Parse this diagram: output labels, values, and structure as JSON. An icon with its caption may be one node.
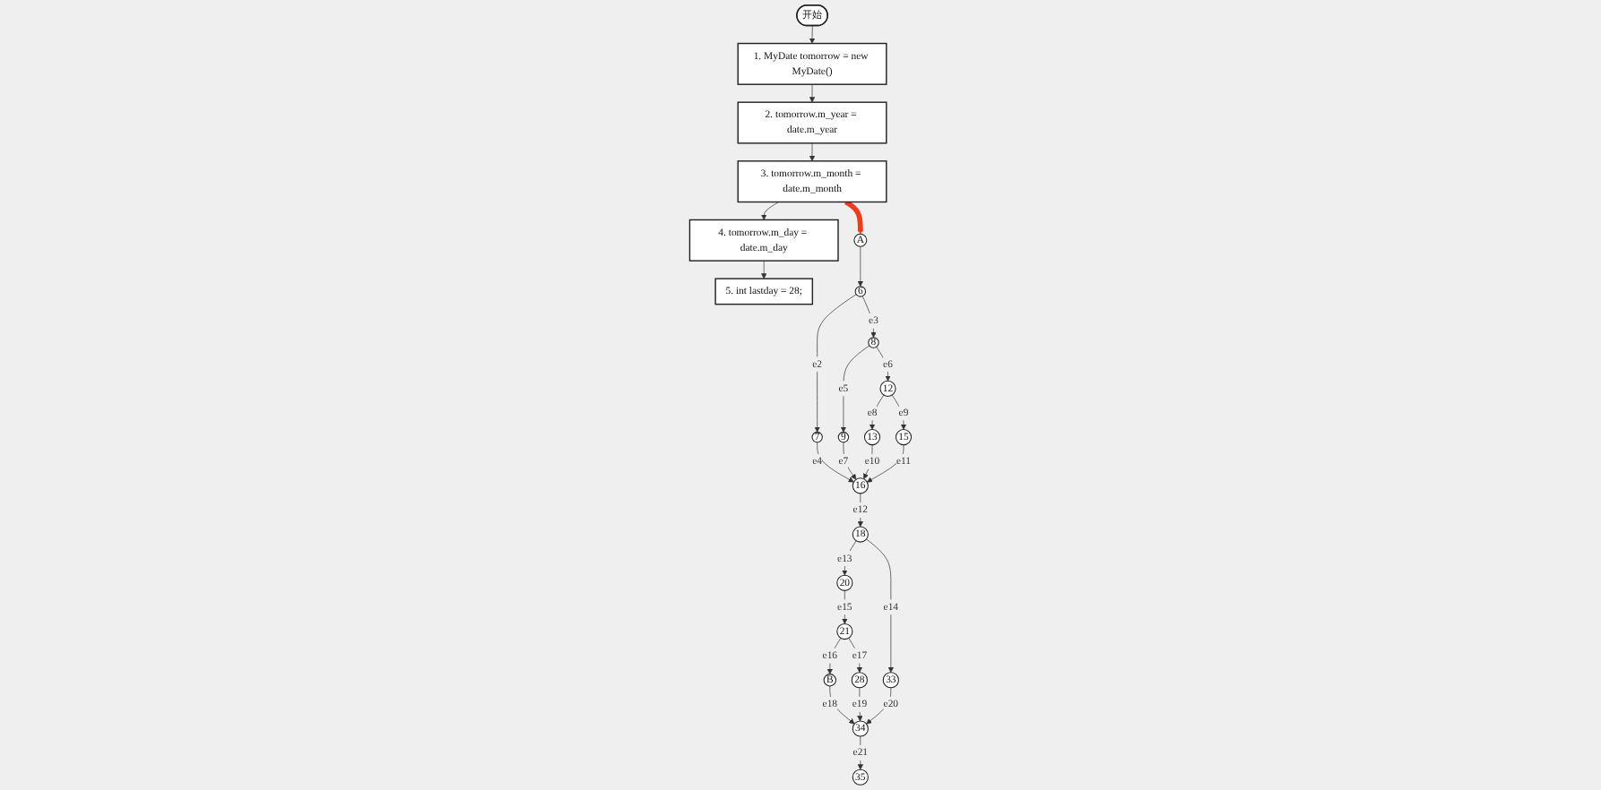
{
  "diagram": {
    "nodes": [
      {
        "text": [
          "开始"
        ]
      },
      {
        "text": [
          "1. MyDate tomorrow = new MyDate()"
        ]
      },
      {
        "text": [
          "2. tomorrow.m_year = date.m_year"
        ]
      },
      {
        "text": [
          "3. tomorrow.m_month = date.m_month"
        ]
      },
      {
        "text": [
          "4. tomorrow.m_day = date.m_day"
        ]
      },
      {
        "text": [
          "5. int lastday = 28;"
        ]
      },
      {
        "text": [
          "A"
        ]
      },
      {
        "text": [
          "6"
        ]
      },
      {
        "text": [
          "7"
        ]
      },
      {
        "text": [
          "8"
        ]
      },
      {
        "text": [
          "9"
        ]
      },
      {
        "text": [
          "12"
        ]
      },
      {
        "text": [
          "13"
        ]
      },
      {
        "text": [
          "15"
        ]
      },
      {
        "text": [
          "16"
        ]
      },
      {
        "text": [
          "18"
        ]
      },
      {
        "text": [
          "20"
        ]
      },
      {
        "text": [
          "33"
        ]
      },
      {
        "text": [
          "21"
        ]
      },
      {
        "text": [
          "B"
        ]
      },
      {
        "text": [
          "28"
        ]
      },
      {
        "text": [
          "34"
        ]
      },
      {
        "text": [
          "35"
        ]
      }
    ],
    "edges": [
      {
        "from": 0,
        "to": 1,
        "arrow": "to"
      },
      {
        "from": 1,
        "to": 2,
        "arrow": "to"
      },
      {
        "from": 2,
        "to": 3,
        "arrow": "to"
      },
      {
        "from": 3,
        "to": 4,
        "arrow": "to"
      },
      {
        "from": 4,
        "to": 5,
        "arrow": "to"
      },
      {
        "from": 3,
        "to": 6,
        "arrow": "to",
        "style": "thick",
        "color": "#f03c1e"
      },
      {
        "from": 6,
        "to": 7,
        "arrow": "to"
      },
      {
        "from": 7,
        "to": 8,
        "arrow": "to",
        "label": "e2"
      },
      {
        "from": 7,
        "to": 9,
        "arrow": "to",
        "label": "e3"
      },
      {
        "from": 8,
        "to": 14,
        "arrow": "to",
        "label": "e4"
      },
      {
        "from": 9,
        "to": 10,
        "arrow": "to",
        "label": "e5"
      },
      {
        "from": 9,
        "to": 11,
        "arrow": "to",
        "label": "e6"
      },
      {
        "from": 10,
        "to": 14,
        "arrow": "to",
        "label": "e7"
      },
      {
        "from": 11,
        "to": 12,
        "arrow": "to",
        "label": "e8"
      },
      {
        "from": 11,
        "to": 13,
        "arrow": "to",
        "label": "e9"
      },
      {
        "from": 12,
        "to": 14,
        "arrow": "to",
        "label": "e10"
      },
      {
        "from": 13,
        "to": 14,
        "arrow": "to",
        "label": "e11"
      },
      {
        "from": 14,
        "to": 15,
        "arrow": "to",
        "label": "e12"
      },
      {
        "from": 15,
        "to": 16,
        "arrow": "to",
        "label": "e13"
      },
      {
        "from": 15,
        "to": 17,
        "arrow": "to",
        "label": "e14"
      },
      {
        "from": 16,
        "to": 18,
        "arrow": "to",
        "label": "e15"
      },
      {
        "from": 18,
        "to": 19,
        "arrow": "to",
        "label": "e16"
      },
      {
        "from": 18,
        "to": 20,
        "arrow": "to",
        "label": "e17"
      },
      {
        "from": 19,
        "to": 21,
        "arrow": "to",
        "label": "e18"
      },
      {
        "from": 20,
        "to": 21,
        "arrow": "to",
        "label": "e19"
      },
      {
        "from": 17,
        "to": 21,
        "arrow": "to",
        "label": "e20"
      },
      {
        "from": 21,
        "to": 22,
        "arrow": "to",
        "label": "e21"
      }
    ]
  }
}
